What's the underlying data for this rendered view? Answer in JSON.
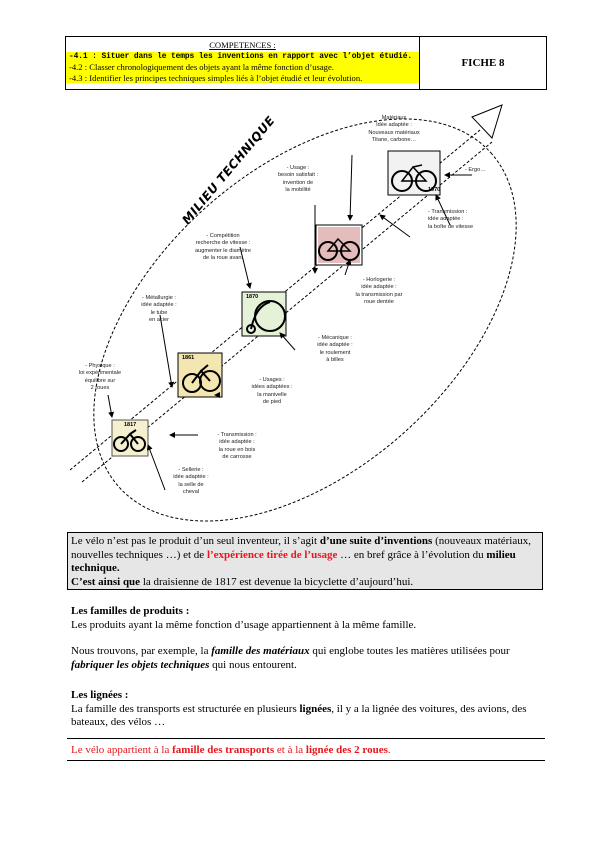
{
  "header": {
    "competences_title": "COMPETENCES :",
    "items": [
      "-4.1 : Situer dans le temps les inventions en rapport avec l’objet étudié.",
      "-4.2 : Classer chronologiquement des objets ayant la même fonction d’usage.",
      "-4.3 : Identifier les principes techniques simples liés à l’objet étudié et leur évolution."
    ],
    "fiche": "FICHE 8"
  },
  "diagram": {
    "milieu_label": "MILIEU TECHNIQUE",
    "years": [
      "1817",
      "1861",
      "1870",
      "1970"
    ],
    "labels": {
      "physique": "- Physique :\nloi expérimentale\néquilibre sur\n2 roues",
      "metallurgie": "- Métallurgie :\nidée adaptée :\nle tube\nen acier",
      "competition": "- Compétition\nrecherche de vitesse :\naugmenter le diamètre\nde la roue avant",
      "usage_besoin": "- Usage :\nbesoin satisfait :\ninvention de\nla mobilité",
      "materiaux": "Matériaux\nIdée adaptée :\nNouveaux matériaux\nTitane, carbone…",
      "ergo": "- Ergo…",
      "transmission": "- Transmission :\nidée adaptée :\nla boîte de vitesse",
      "horlogerie": "- Horlogerie :\nidée adaptée :\nla transmission par\nroue dentée",
      "mecanique": "- Mécanique :\nidée adaptée :\nle roulement\nà billes",
      "usages": "- Usages :\nidées adaptées :\nla manivelle\nde pied",
      "transmission2": "- Transmission :\nidée adaptée :\nla roue en bois\nde carrosse",
      "sellerie": "- Sellerie :\nidée adaptée :\nla selle de\ncheval"
    }
  },
  "box": {
    "p1a": "Le vélo n’est pas le produit d’un seul inventeur, il s’agit ",
    "p1b": "d’une suite d’inventions",
    "p1c": " (nouveaux matériaux, nouvelles techniques …) et de ",
    "p1d": "l’expérience tirée de l’usage",
    "p1e": " … en bref grâce à l’évolution du ",
    "p1f": "milieu technique.",
    "p2a": "C’est ainsi que",
    "p2b": " la draisienne de 1817 est devenue la bicyclette d’aujourd’hui."
  },
  "familles": {
    "title": "Les familles de produits :",
    "p1": "Les produits ayant la même fonction d’usage appartiennent à la même famille.",
    "p2a": "Nous trouvons, par exemple, la ",
    "p2b": "famille des matériaux",
    "p2c": " qui englobe toutes les matières utilisées pour ",
    "p2d": "fabriquer les objets techniques",
    "p2e": " qui nous entourent."
  },
  "lignees": {
    "title": "Les lignées :",
    "p1a": "La famille des transports est structurée en plusieurs ",
    "p1b": "lignées",
    "p1c": ", il y a la lignée des voitures, des avions, des bateaux, des vélos …"
  },
  "conclusion": {
    "a": "Le vélo appartient à la ",
    "b": "famille des transports",
    "c": " et à la ",
    "d": "lignée des 2 roues",
    "e": "."
  }
}
